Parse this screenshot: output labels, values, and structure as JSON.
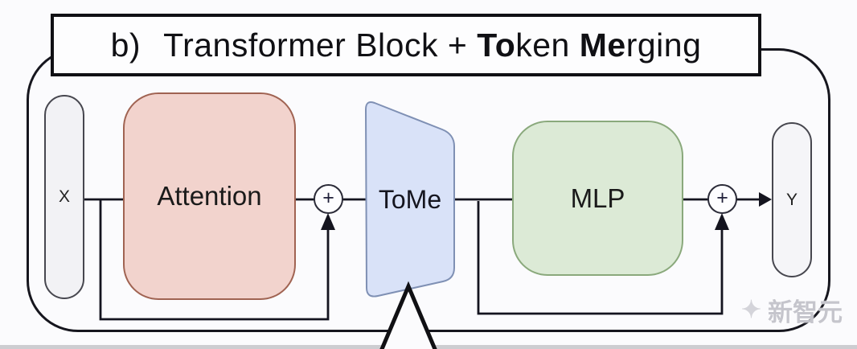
{
  "title": {
    "prefix": "b)",
    "part1": "Transformer Block + ",
    "bold1": "To",
    "part2": "ken ",
    "bold2": "Me",
    "part3": "rging"
  },
  "nodes": {
    "input_label": "X",
    "attention_label": "Attention",
    "tome_label": "ToMe",
    "mlp_label": "MLP",
    "output_label": "Y",
    "add_symbol": "+"
  },
  "watermark": {
    "text": "新智元"
  },
  "colors": {
    "attention_fill": "#f2d3cd",
    "attention_border": "#a06352",
    "tome_fill": "#d9e2f8",
    "tome_border": "#7f90b4",
    "mlp_fill": "#dcead6",
    "mlp_border": "#8aa97c",
    "pill_fill": "#f2f2f5",
    "line": "#14141f",
    "background": "#fbfbfd"
  }
}
